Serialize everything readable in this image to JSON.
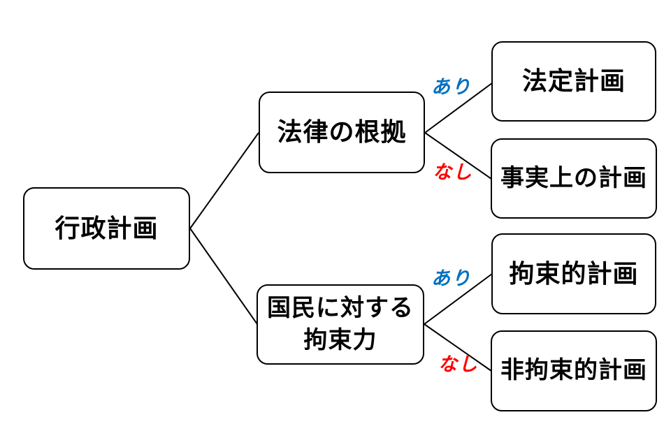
{
  "diagram": {
    "title": "administrative-plan-classification-tree",
    "root": {
      "label": "行政計画"
    },
    "branches": [
      {
        "category": "法律の根拠",
        "yes_label": "あり",
        "no_label": "なし",
        "yes_result": "法定計画",
        "no_result": "事実上の計画"
      },
      {
        "category": "国民に対する\n拘束力",
        "yes_label": "あり",
        "no_label": "なし",
        "yes_result": "拘束的計画",
        "no_result": "非拘束的計画"
      }
    ],
    "colors": {
      "yes_label": "#0070C0",
      "no_label": "#FF0000",
      "line": "#000000",
      "box_border": "#000000",
      "background": "#FFFFFF"
    }
  }
}
